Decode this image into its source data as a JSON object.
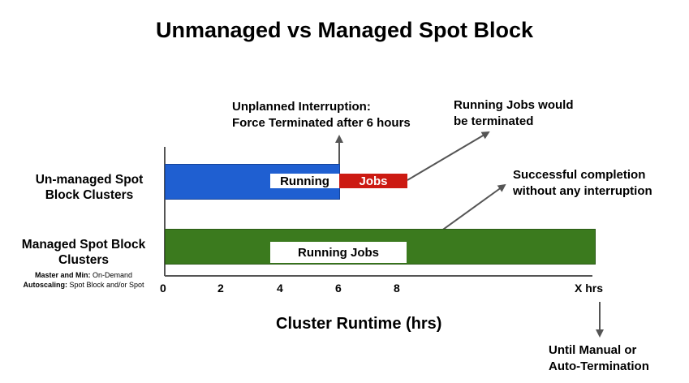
{
  "title": "Unmanaged vs Managed Spot Block",
  "rows": {
    "unmanaged": {
      "line1": "Un-managed Spot",
      "line2": "Block Clusters"
    },
    "managed": {
      "line1": "Managed Spot Block",
      "line2": "Clusters",
      "master_key": "Master and Min:",
      "master_val": " On-Demand",
      "autoscale_key": "Autoscaling:",
      "autoscale_val": " Spot Block and/or Spot"
    }
  },
  "bars": {
    "unmanaged_running_label": "Running",
    "unmanaged_jobs_label": "Jobs",
    "managed_label": "Running Jobs"
  },
  "annotations": {
    "interruption_line1": "Unplanned Interruption:",
    "interruption_line2": "Force Terminated after 6 hours",
    "terminated_line1": "Running Jobs would",
    "terminated_line2": "be terminated",
    "success_line1": "Successful completion",
    "success_line2": "without any interruption",
    "until_line1": "Until Manual or",
    "until_line2": "Auto-Termination"
  },
  "axis": {
    "ticks": [
      "0",
      "2",
      "4",
      "6",
      "8",
      "X hrs"
    ],
    "title": "Cluster Runtime (hrs)"
  },
  "chart_data": {
    "type": "gantt",
    "xlabel": "Cluster Runtime (hrs)",
    "x_ticks": [
      "0",
      "2",
      "4",
      "6",
      "8",
      "X hrs"
    ],
    "series": [
      {
        "name": "Un-managed Spot Block Clusters",
        "cluster_start": 0,
        "cluster_end": 6,
        "jobs_start": 3.6,
        "jobs_end": 8.3,
        "interrupted_at": 6
      },
      {
        "name": "Managed Spot Block Clusters",
        "cluster_start": 0,
        "cluster_end": "X hrs",
        "jobs_start": 3.6,
        "jobs_end": 8.3
      }
    ]
  },
  "colors": {
    "unmanaged_bar": "#1f5fd1",
    "managed_bar": "#3b7a1e",
    "terminated_jobs": "#cc1a12",
    "arrows": "#555555"
  }
}
